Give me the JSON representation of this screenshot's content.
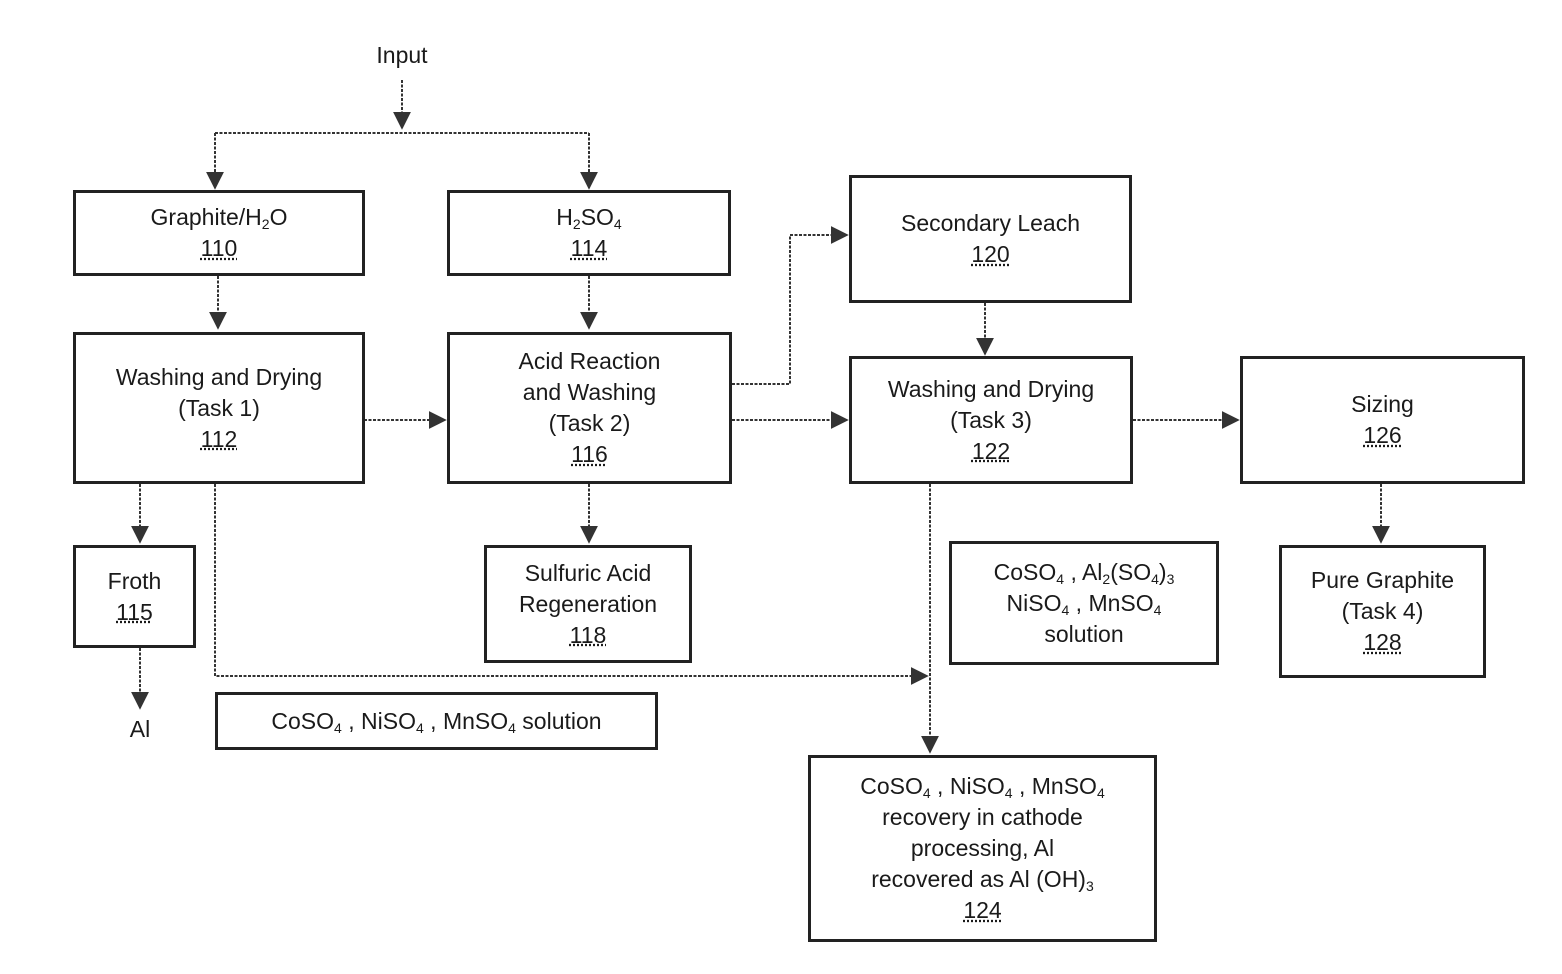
{
  "diagram": {
    "input_label": "Input",
    "al_output_label": "Al",
    "boxes": {
      "b110": {
        "line1_pre": "Graphite/H",
        "line1_sub": "2",
        "line1_post": "O",
        "num": "110"
      },
      "b114": {
        "line1_pre": "H",
        "line1_sub": "2",
        "line1_post": "SO",
        "line1_sub2": "4",
        "num": "114"
      },
      "b112": {
        "lines": [
          "Washing and Drying",
          "(Task 1)"
        ],
        "num": "112"
      },
      "b116": {
        "lines": [
          "Acid Reaction",
          "and Washing",
          "(Task 2)"
        ],
        "num": "116"
      },
      "b120": {
        "lines": [
          "Secondary Leach"
        ],
        "num": "120"
      },
      "b122": {
        "lines": [
          "Washing and Drying",
          "(Task 3)"
        ],
        "num": "122"
      },
      "b126": {
        "lines": [
          "Sizing"
        ],
        "num": "126"
      },
      "b128": {
        "lines": [
          "Pure Graphite",
          "(Task 4)"
        ],
        "num": "128"
      },
      "b115": {
        "lines": [
          "Froth"
        ],
        "num": "115"
      },
      "b118": {
        "lines": [
          "Sulfuric Acid",
          "Regeneration"
        ],
        "num": "118"
      },
      "b124": {
        "lines": [
          "recovery in cathode",
          "processing, Al",
          "recovered as Al (OH)"
        ],
        "sub3": "3",
        "num": "124"
      }
    },
    "chem": {
      "coso": "CoSO",
      "niso": "NiSO",
      "mnso": "MnSO",
      "al2": "Al",
      "so4": "(SO",
      "sub4": "4",
      "sub2": "2",
      "sub3": "3",
      "sep": " , ",
      "close": ")",
      "solution": "solution",
      "solution_sp": " solution"
    }
  }
}
